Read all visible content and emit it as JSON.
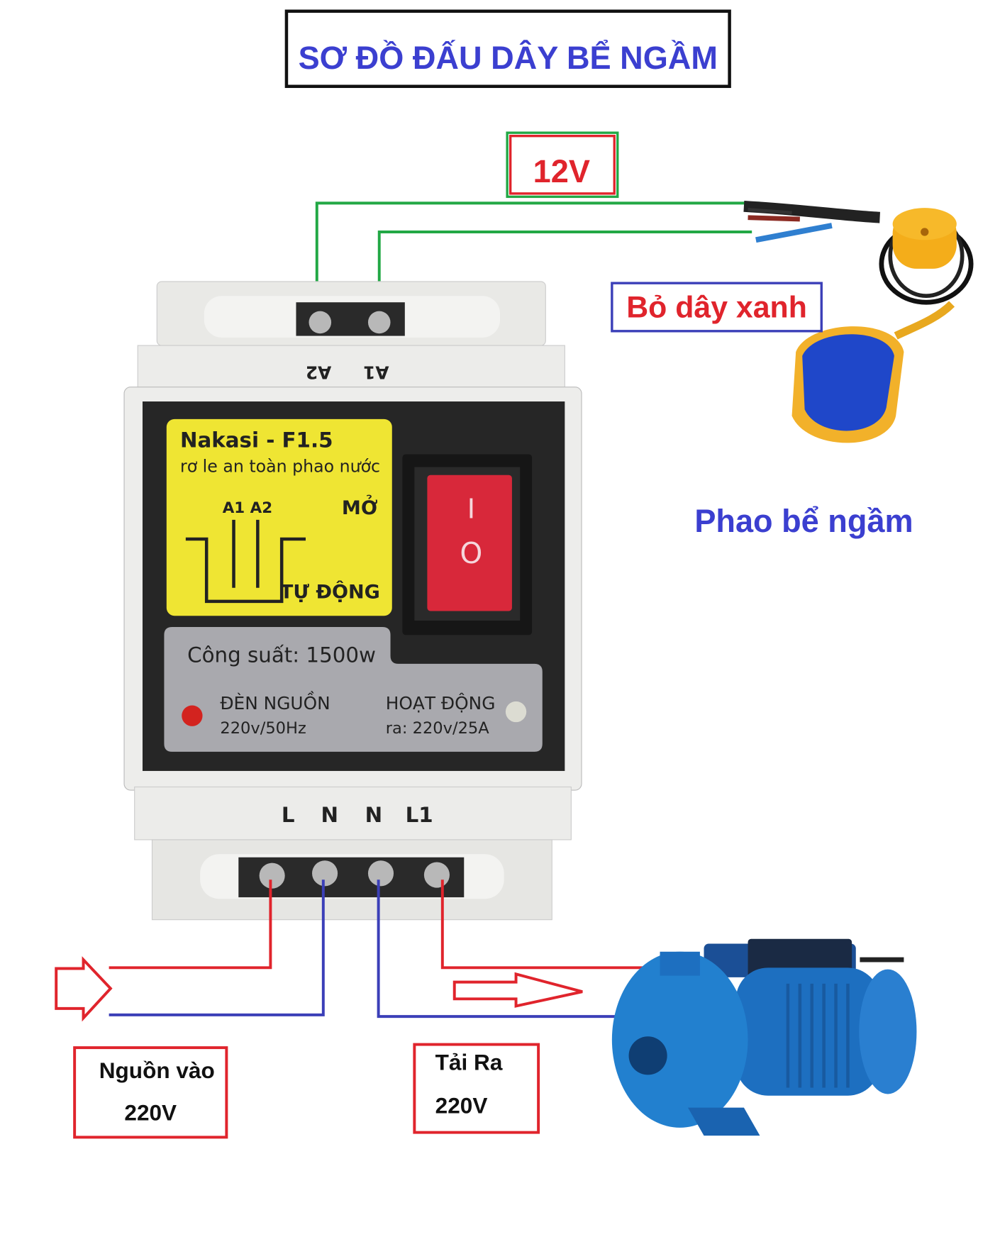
{
  "title": "SƠ ĐỒ ĐẤU DÂY BỂ NGẦM",
  "labels": {
    "voltage_12v": "12V",
    "remove_blue_wire": "Bỏ dây xanh",
    "float_name": "Phao bể ngầm",
    "input_line1": "Nguồn vào",
    "input_line2": "220V",
    "output_line1": "Tải Ra",
    "output_line2": "220V"
  },
  "device": {
    "brand": "Nakasi - F1.5",
    "subtitle": "rơ le an toàn phao nước",
    "diagram_a1a2": "A1 A2",
    "mode_open": "MỞ",
    "mode_auto": "TỰ ĐỘNG",
    "power": "Công suất: 1500w",
    "power_led_label": "ĐÈN NGUỒN",
    "power_led_spec": "220v/50Hz",
    "active_led_label": "HOẠT ĐỘNG",
    "active_led_spec": "ra: 220v/25A",
    "switch_on": "I",
    "switch_off": "O",
    "top_terminals": [
      "A2",
      "A1"
    ],
    "bottom_terminals": [
      "L",
      "N",
      "N",
      "L1"
    ]
  },
  "colors": {
    "title": "#3b3fd0",
    "red_wire": "#e0242c",
    "blue_wire": "#3b3fb8",
    "green_wire": "#22a845",
    "label_yellow": "#efe533",
    "switch_red": "#d8283a",
    "pump_blue": "#1d6fc0"
  }
}
